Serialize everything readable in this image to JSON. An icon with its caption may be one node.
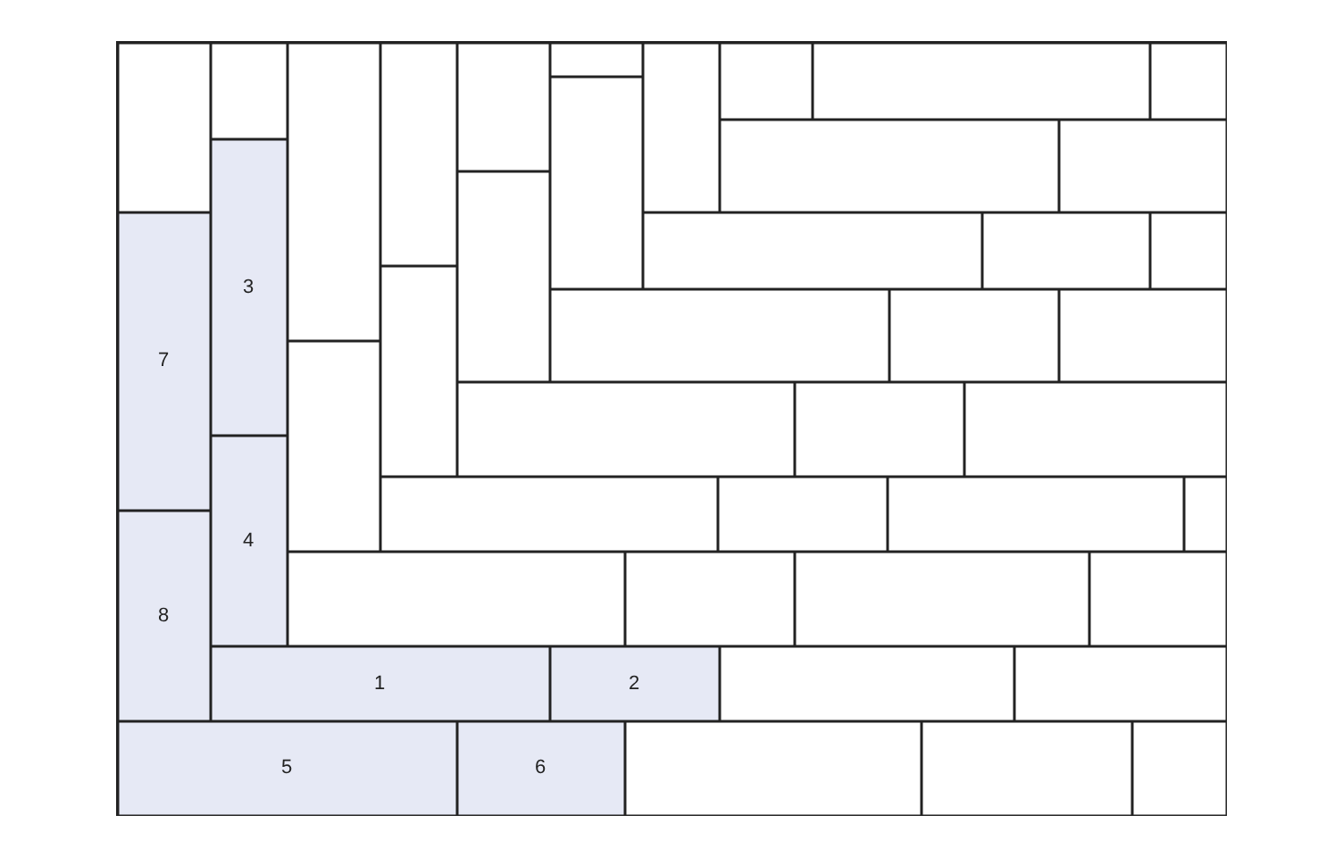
{
  "diagram": {
    "nodes": [
      {
        "text": [],
        "shape": "box"
      },
      {
        "text": [],
        "shape": "box",
        "in": 0
      },
      {
        "text": [],
        "shape": "box",
        "in": 0
      },
      {
        "text": [],
        "shape": "box",
        "in": 0
      },
      {
        "text": [],
        "shape": "box",
        "in": 0
      },
      {
        "text": [],
        "shape": "box",
        "in": 0
      },
      {
        "text": [],
        "shape": "box",
        "in": 0
      },
      {
        "text": [],
        "shape": "box",
        "in": 0
      },
      {
        "text": [],
        "shape": "box",
        "in": 0
      },
      {
        "text": [],
        "shape": "box",
        "in": 0
      },
      {
        "text": [],
        "shape": "box",
        "in": 0
      },
      {
        "text": [],
        "shape": "box",
        "in": 0
      },
      {
        "text": [],
        "shape": "box",
        "in": 0
      },
      {
        "text": [],
        "shape": "box",
        "in": 0
      },
      {
        "text": [
          "3"
        ],
        "in": 0
      },
      {
        "text": [],
        "shape": "box",
        "in": 0
      },
      {
        "text": [
          "7"
        ],
        "in": 0
      },
      {
        "text": [],
        "shape": "box",
        "in": 0
      },
      {
        "text": [],
        "shape": "box",
        "in": 0
      },
      {
        "text": [],
        "shape": "box",
        "in": 0
      },
      {
        "text": [],
        "shape": "box",
        "in": 0
      },
      {
        "text": [],
        "shape": "box",
        "in": 0
      },
      {
        "text": [],
        "shape": "box",
        "in": 0
      },
      {
        "text": [],
        "shape": "box",
        "in": 0
      },
      {
        "text": [],
        "shape": "box",
        "in": 0
      },
      {
        "text": [],
        "shape": "box",
        "in": 0
      },
      {
        "text": [],
        "shape": "box",
        "in": 0
      },
      {
        "text": [],
        "shape": "box",
        "in": 0
      },
      {
        "text": [
          "4"
        ],
        "in": 0
      },
      {
        "text": [],
        "shape": "box",
        "in": 0
      },
      {
        "text": [],
        "shape": "box",
        "in": 0
      },
      {
        "text": [],
        "shape": "box",
        "in": 0
      },
      {
        "text": [],
        "shape": "box",
        "in": 0
      },
      {
        "text": [
          "8"
        ],
        "in": 0
      },
      {
        "text": [],
        "shape": "box",
        "in": 0
      },
      {
        "text": [],
        "shape": "box",
        "in": 0
      },
      {
        "text": [],
        "shape": "box",
        "in": 0
      },
      {
        "text": [],
        "shape": "box",
        "in": 0
      },
      {
        "text": [
          "1"
        ],
        "in": 0
      },
      {
        "text": [
          "2"
        ],
        "in": 0
      },
      {
        "text": [],
        "shape": "box",
        "in": 0
      },
      {
        "text": [],
        "shape": "box",
        "in": 0
      },
      {
        "text": [
          "5"
        ],
        "in": 0
      },
      {
        "text": [
          "6"
        ],
        "in": 0
      },
      {
        "text": [],
        "shape": "box",
        "in": 0
      },
      {
        "text": [],
        "shape": "box",
        "in": 0
      },
      {
        "text": [],
        "shape": "box",
        "in": 0
      }
    ]
  }
}
